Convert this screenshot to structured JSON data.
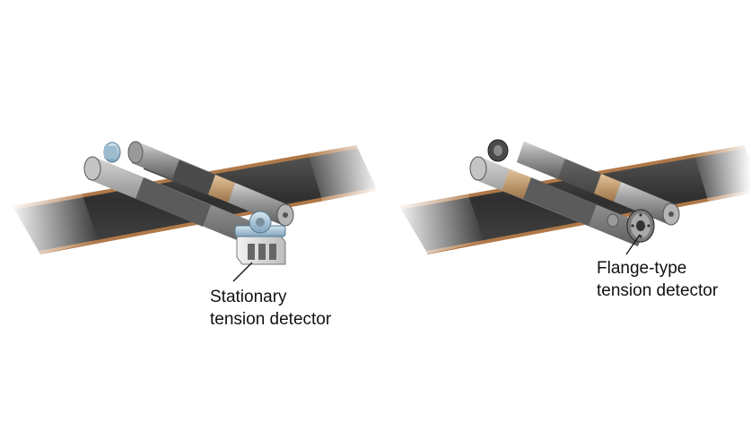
{
  "labels": {
    "stationary": {
      "line1": "Stationary",
      "line2": "tension detector"
    },
    "flange": {
      "line1": "Flange-type",
      "line2": "tension detector"
    }
  },
  "colors": {
    "background": "#ffffff",
    "web_sheet": "#3a3a3a",
    "web_edge": "#b07848",
    "roller": "#8e8e8e",
    "roller_band": "#c49a64",
    "bearing_blue": "#a9c6d8",
    "label_text": "#111111"
  },
  "icons": [
    "web-sheet",
    "roller",
    "stationary-detector-block",
    "flange-detector-disc",
    "leader-line"
  ]
}
